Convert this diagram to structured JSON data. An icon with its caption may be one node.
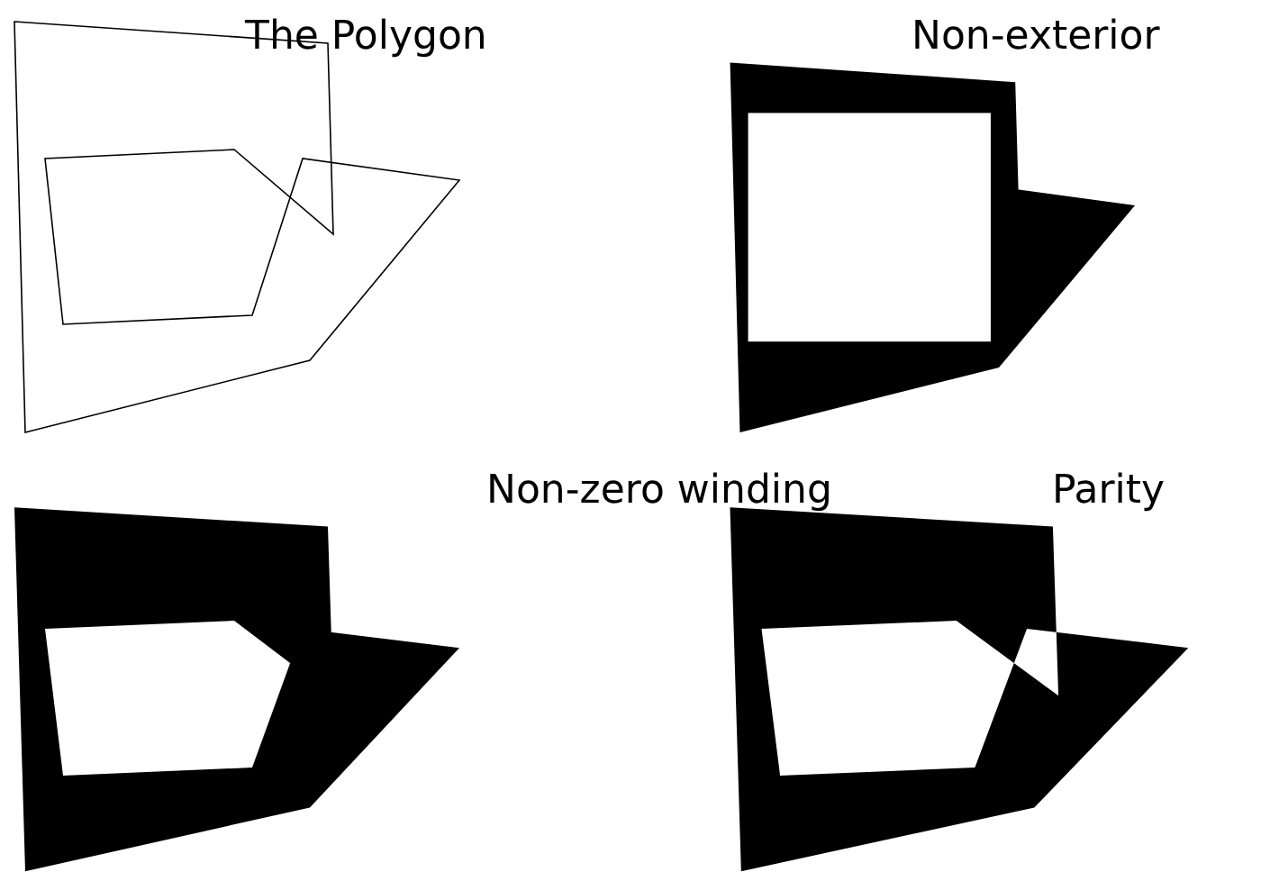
{
  "diagram": {
    "labels": [
      "The Polygon",
      "Non-exterior",
      "Non-zero winding",
      "Parity"
    ]
  }
}
